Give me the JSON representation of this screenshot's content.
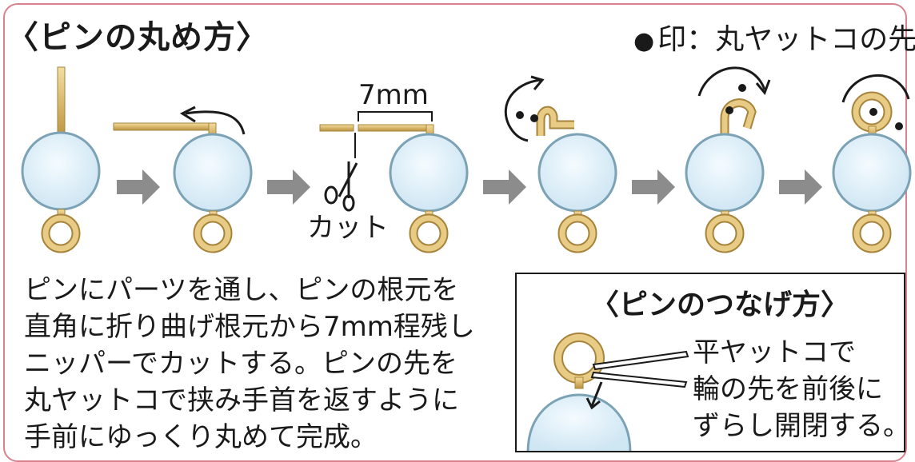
{
  "header": {
    "title": "〈ピンの丸め方〉",
    "legend_dot": "●",
    "legend_text": "印：丸ヤットコの先"
  },
  "steps": {
    "measure_label": "7mm",
    "cut_label": "カット"
  },
  "description": {
    "lines": [
      "ピンにパーツを通し、ピンの根元を",
      "直角に折り曲げ根元から7mm程残し",
      "ニッパーでカットする。ピンの先を",
      "丸ヤットコで挟み手首を返すように",
      "手前にゆっくり丸めて完成。"
    ]
  },
  "connect": {
    "title": "〈ピンのつなげ方〉",
    "lines": [
      "平ヤットコで",
      "輪の先を前後に",
      "ずらし開閉する。"
    ]
  },
  "colors": {
    "frame": "#d9828e",
    "bead_fill": "#d8ecf7",
    "bead_stroke": "#6f98ad",
    "metal": "#d9b76c",
    "metal_dark": "#a7843b",
    "arrow": "#8c8c8c"
  }
}
